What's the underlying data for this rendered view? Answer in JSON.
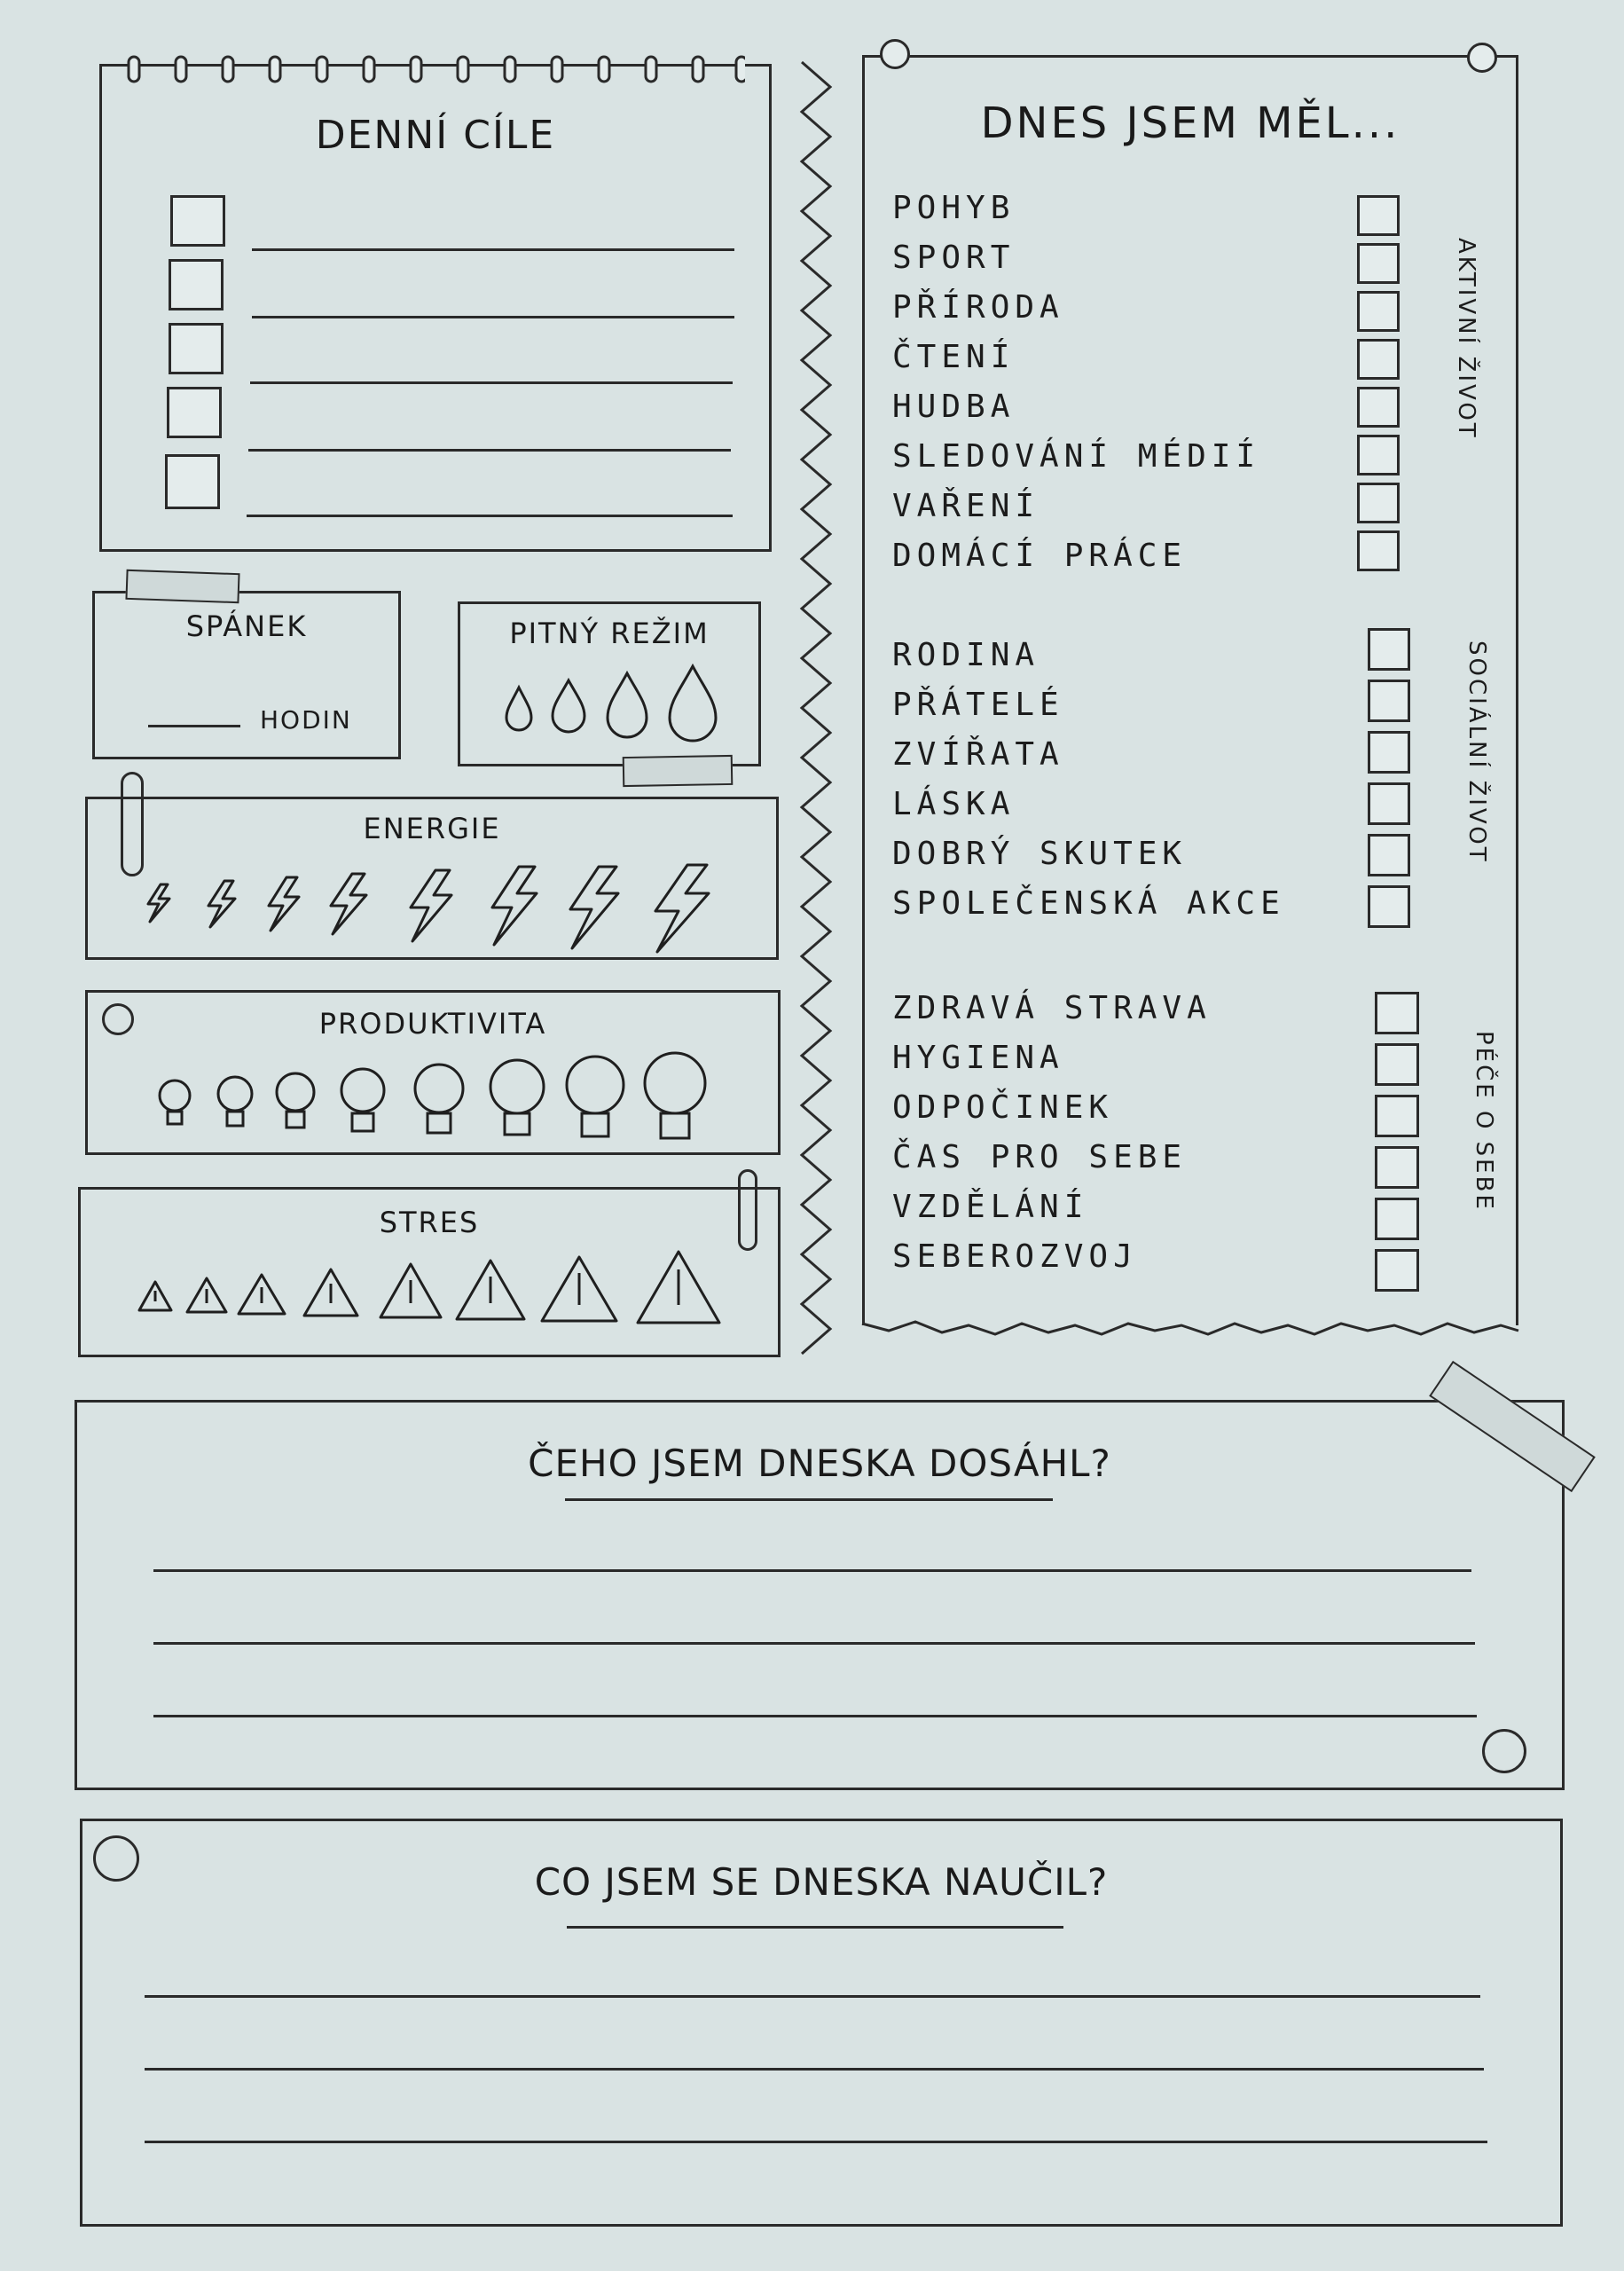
{
  "goals": {
    "title": "DENNÍ CÍLE",
    "rows": 5
  },
  "sleep": {
    "title": "SPÁNEK",
    "unit": "HODIN"
  },
  "drinking": {
    "title": "PITNÝ REŽIM"
  },
  "energy": {
    "title": "ENERGIE"
  },
  "productivity": {
    "title": "PRODUKTIVITA"
  },
  "stress": {
    "title": "STRES"
  },
  "today": {
    "title": "DNES JSEM MĚL...",
    "groups": [
      {
        "label": "AKTIVNÍ ŽIVOT",
        "items": [
          "POHYB",
          "SPORT",
          "PŘÍRODA",
          "ČTENÍ",
          "HUDBA",
          "SLEDOVÁNÍ MÉDIÍ",
          "VAŘENÍ",
          "DOMÁCÍ PRÁCE"
        ]
      },
      {
        "label": "SOCIÁLNÍ ŽIVOT",
        "items": [
          "RODINA",
          "PŘÁTELÉ",
          "ZVÍŘATA",
          "LÁSKA",
          "DOBRÝ SKUTEK",
          "SPOLEČENSKÁ AKCE"
        ]
      },
      {
        "label": "PÉČE O SEBE",
        "items": [
          "ZDRAVÁ STRAVA",
          "HYGIENA",
          "ODPOČINEK",
          "ČAS PRO SEBE",
          "VZDĚLÁNÍ",
          "SEBEROZVOJ"
        ]
      }
    ]
  },
  "achieved": {
    "title": "ČEHO JSEM DNESKA DOSÁHL?"
  },
  "learned": {
    "title": "CO JSEM SE DNESKA NAUČIL?"
  }
}
